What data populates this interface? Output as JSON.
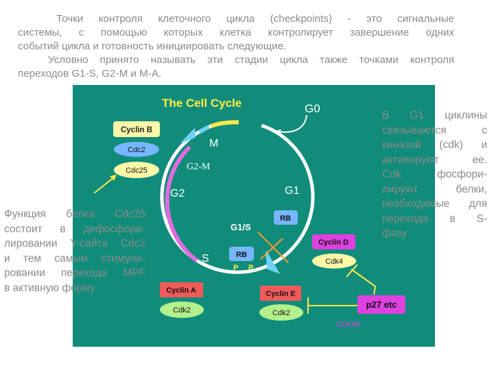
{
  "intro": {
    "lines": [
      "Точки контроля клеточного цикла (checkpoints) - это сигнальные",
      "системы, с помощью которых клетка контролирует завершение одних",
      "событий цикла и готовность инициировать следующие.",
      "Условно принято называть эти стадии цикла также точками контроля",
      "переходов G1-S, G2-M и M-A."
    ]
  },
  "diagram": {
    "title": "The Cell Cycle",
    "phases": {
      "g0": "G0",
      "m": "M",
      "g2m": "G2-M",
      "g2": "G2",
      "g1": "G1",
      "g1s": "G1/S",
      "s": "S"
    },
    "proteins": {
      "cyclin_b": "Cyclin B",
      "cdc2_top": "Cdc2",
      "cdc25": "Cdc25",
      "rb_top": "RB",
      "cyclin_d": "Cyclin D",
      "cdk4": "Cdk4",
      "rb_bottom": "RB",
      "p1": "P",
      "p2": "P",
      "cyclin_a": "Cyclin A",
      "cdk2_a": "Cdk2",
      "cyclin_e": "Cyclin E",
      "cdk2_e": "Cdk2",
      "p27": "p27 etc",
      "cdk80": "CDK80"
    },
    "colors": {
      "background": "#118c7a",
      "cycle_ring": "#ffffff",
      "m_phase": "#ffe84a",
      "g2m_arc": "#6fd3f5",
      "s_phase": "#e16be0",
      "yellow_box": "#fff7a8",
      "red_box": "#f25a5a",
      "green_box": "#b4f08c",
      "blue_box": "#78b6ff",
      "magenta_box": "#dd41e0"
    }
  },
  "left_note": [
    "Функция белка Cdc25",
    "состоит в дефосфори-",
    "лировании Y-сайта Cdc2",
    "и тем самым стимули-",
    "ровании перехода MPF",
    "в активную форму"
  ],
  "right_note": [
    "В G1 циклины",
    "связываются с",
    "киназой (cdk) и",
    "активируют ее.",
    "Cdk фосфори-",
    "лируют белки,",
    "необходимые для",
    "перехода в S-",
    "фазу"
  ]
}
